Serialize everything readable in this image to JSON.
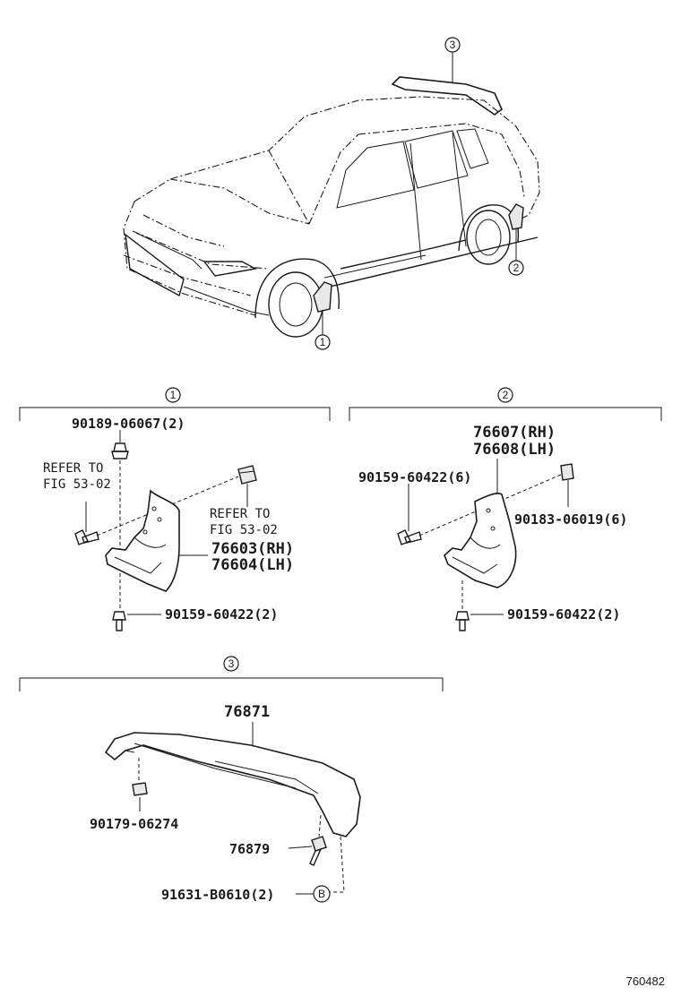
{
  "callouts": {
    "one": "1",
    "two": "2",
    "three": "3",
    "b": "B"
  },
  "section1": {
    "bolt_top": "90189-06067(2)",
    "refer_to_1": "REFER TO",
    "fig_1": "FIG 53-02",
    "refer_to_2": "REFER TO",
    "fig_2": "FIG 53-02",
    "part_rh": "76603(RH)",
    "part_lh": "76604(LH)",
    "screw_bottom": "90159-60422(2)"
  },
  "section2": {
    "part_rh": "76607(RH)",
    "part_lh": "76608(LH)",
    "screw_left": "90159-60422(6)",
    "clip_right": "90183-06019(6)",
    "screw_bottom": "90159-60422(2)"
  },
  "section3": {
    "spoiler": "76871",
    "nut": "90179-06274",
    "bolt": "76879",
    "screw": "91631-B0610(2)"
  },
  "diagram_id": "760482"
}
